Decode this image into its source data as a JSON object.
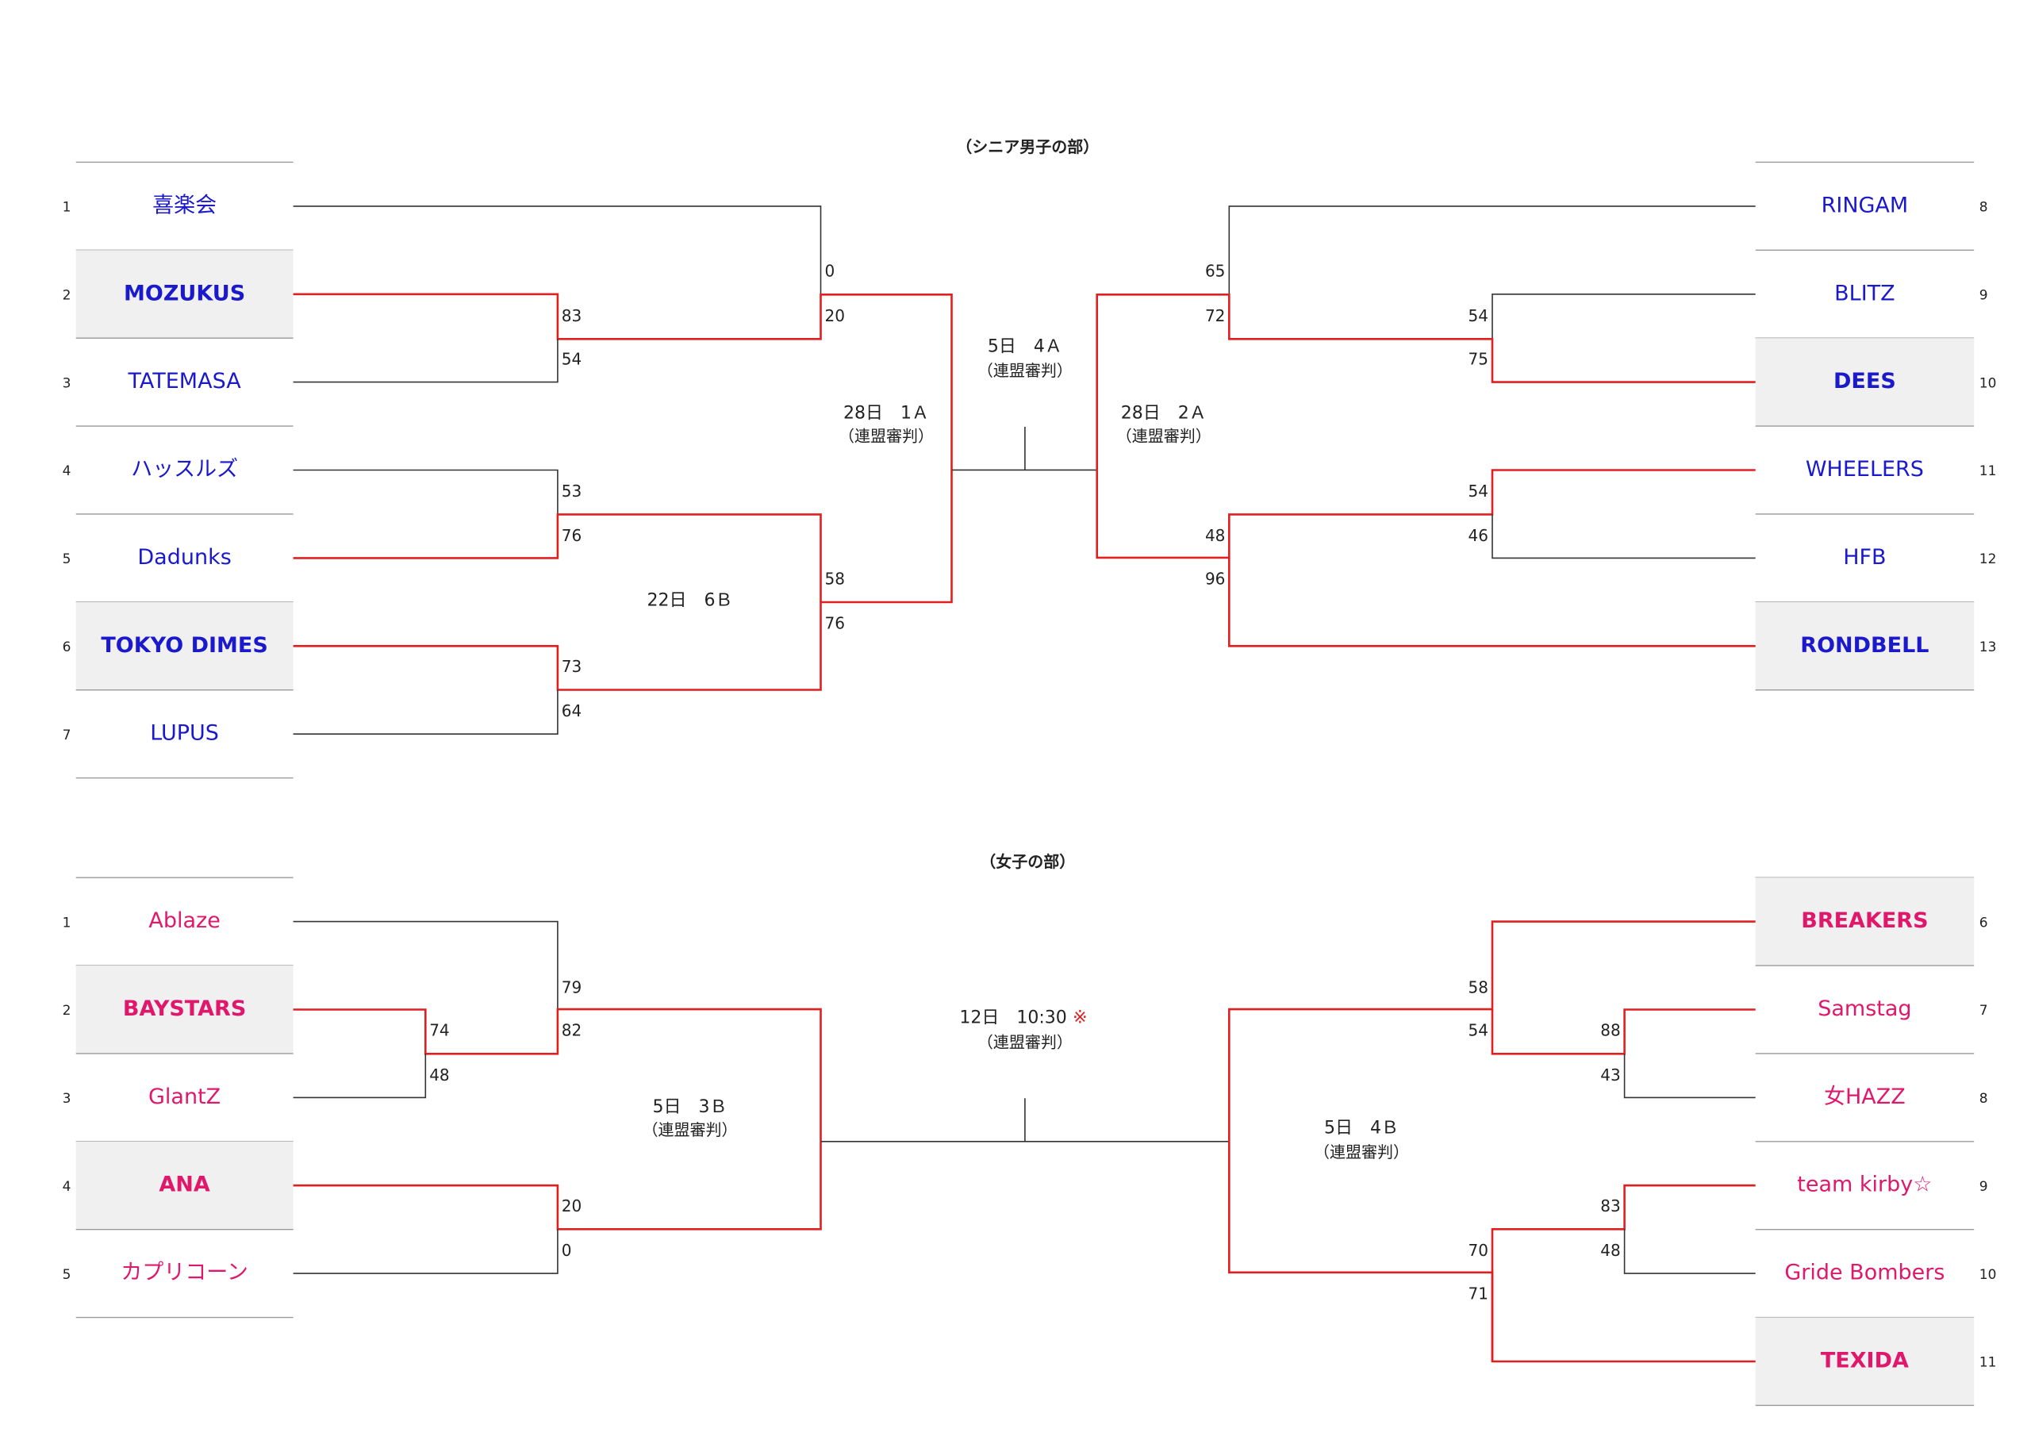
{
  "colors": {
    "red_line": "#e02020",
    "black_line": "#333333",
    "boy_team": "#1a1acc",
    "girl_team": "#e0186c",
    "highlight_bg": "#f0f0f0",
    "note_mark": "#e02020"
  },
  "senior_men": {
    "title": "（シニア男子の部）",
    "left_teams": [
      {
        "num": "1",
        "name": "喜楽会",
        "highlight": false
      },
      {
        "num": "2",
        "name": "MOZUKUS",
        "highlight": true
      },
      {
        "num": "3",
        "name": "TATEMASA",
        "highlight": false
      },
      {
        "num": "4",
        "name": "ハッスルズ",
        "highlight": false
      },
      {
        "num": "5",
        "name": "Dadunks",
        "highlight": false
      },
      {
        "num": "6",
        "name": "TOKYO DIMES",
        "highlight": true
      },
      {
        "num": "7",
        "name": "LUPUS",
        "highlight": false
      }
    ],
    "right_teams": [
      {
        "num": "8",
        "name": "RINGAM",
        "highlight": false
      },
      {
        "num": "9",
        "name": "BLITZ",
        "highlight": false
      },
      {
        "num": "10",
        "name": "DEES",
        "highlight": true
      },
      {
        "num": "11",
        "name": "WHEELERS",
        "highlight": false
      },
      {
        "num": "12",
        "name": "HFB",
        "highlight": false
      },
      {
        "num": "13",
        "name": "RONDBELL",
        "highlight": true
      }
    ],
    "scores": {
      "m23_top": "83",
      "m23_bot": "54",
      "m45_top": "53",
      "m45_bot": "76",
      "m67_top": "73",
      "m67_bot": "64",
      "sf1_top": "0",
      "sf1_bot": "20",
      "sf2_top": "58",
      "sf2_bot": "76",
      "r910_top": "54",
      "r910_bot": "75",
      "r1112_top": "54",
      "r1112_bot": "46",
      "rsf1_top": "65",
      "rsf1_bot": "72",
      "rsf2_top": "48",
      "rsf2_bot": "96"
    },
    "labels": {
      "left_qf_date": "22日　6Ｂ",
      "left_sf_date": "28日　1Ａ",
      "left_sf_ref": "（連盟審判）",
      "final_date": "5日　4Ａ",
      "final_ref": "（連盟審判）",
      "right_sf_date": "28日　2Ａ",
      "right_sf_ref": "（連盟審判）"
    }
  },
  "women": {
    "title": "（女子の部）",
    "left_teams": [
      {
        "num": "1",
        "name": "Ablaze",
        "highlight": false
      },
      {
        "num": "2",
        "name": "BAYSTARS",
        "highlight": true
      },
      {
        "num": "3",
        "name": "GlantZ",
        "highlight": false
      },
      {
        "num": "4",
        "name": "ANA",
        "highlight": true
      },
      {
        "num": "5",
        "name": "カプリコーン",
        "highlight": false
      }
    ],
    "right_teams": [
      {
        "num": "6",
        "name": "BREAKERS",
        "highlight": true
      },
      {
        "num": "7",
        "name": "Samstag",
        "highlight": false
      },
      {
        "num": "8",
        "name": "女HAZZ",
        "highlight": false
      },
      {
        "num": "9",
        "name": "team kirby☆",
        "highlight": false
      },
      {
        "num": "10",
        "name": "Gride Bombers",
        "highlight": false
      },
      {
        "num": "11",
        "name": "TEXIDA",
        "highlight": true
      }
    ],
    "scores": {
      "m23_top": "74",
      "m23_bot": "48",
      "m1_top": "79",
      "m1_bot": "82",
      "m45_top": "20",
      "m45_bot": "0",
      "r78_top": "88",
      "r78_bot": "43",
      "r910_top": "83",
      "r910_bot": "48",
      "rsf1_top": "58",
      "rsf1_bot": "54",
      "rsf2_top": "70",
      "rsf2_bot": "71"
    },
    "labels": {
      "left_sf_date": "5日　3Ｂ",
      "left_sf_ref": "（連盟審判）",
      "final_date": "12日　10:30",
      "final_note": "※",
      "final_ref": "（連盟審判）",
      "right_sf_date": "5日　4Ｂ",
      "right_sf_ref": "（連盟審判）"
    }
  }
}
